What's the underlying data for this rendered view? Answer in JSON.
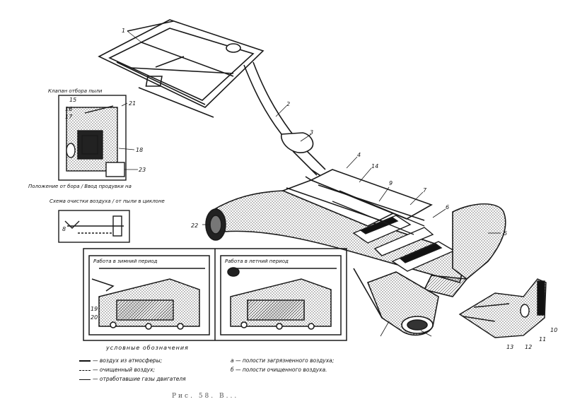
{
  "insets": {
    "top_left": {
      "title": "Клапан отбора пыли",
      "footer": "Положение от бора / Ввод продувки на"
    },
    "scheme": {
      "title": "Схема очистки воздуха / от пыли в циклоне"
    },
    "bottom": {
      "title_a": "Работа в зимний период",
      "title_b": "Работа в летний период"
    }
  },
  "legend": {
    "title": "условные обозначения",
    "items": [
      {
        "text": "— воздух из атмосферы;"
      },
      {
        "text": "— очищенный воздух;"
      },
      {
        "text": "— отработавшие газы двигателя"
      },
      {
        "text": "а — полости загрязненного воздуха;"
      },
      {
        "text": "б — полости очищенного воздуха."
      }
    ]
  },
  "callouts": [
    "1",
    "2",
    "3",
    "4",
    "5",
    "6",
    "7",
    "8",
    "9",
    "10",
    "11",
    "12",
    "13",
    "14",
    "15",
    "16",
    "17",
    "18",
    "19",
    "20",
    "21",
    "22",
    "23"
  ],
  "caption": "Рис. 58. В..."
}
